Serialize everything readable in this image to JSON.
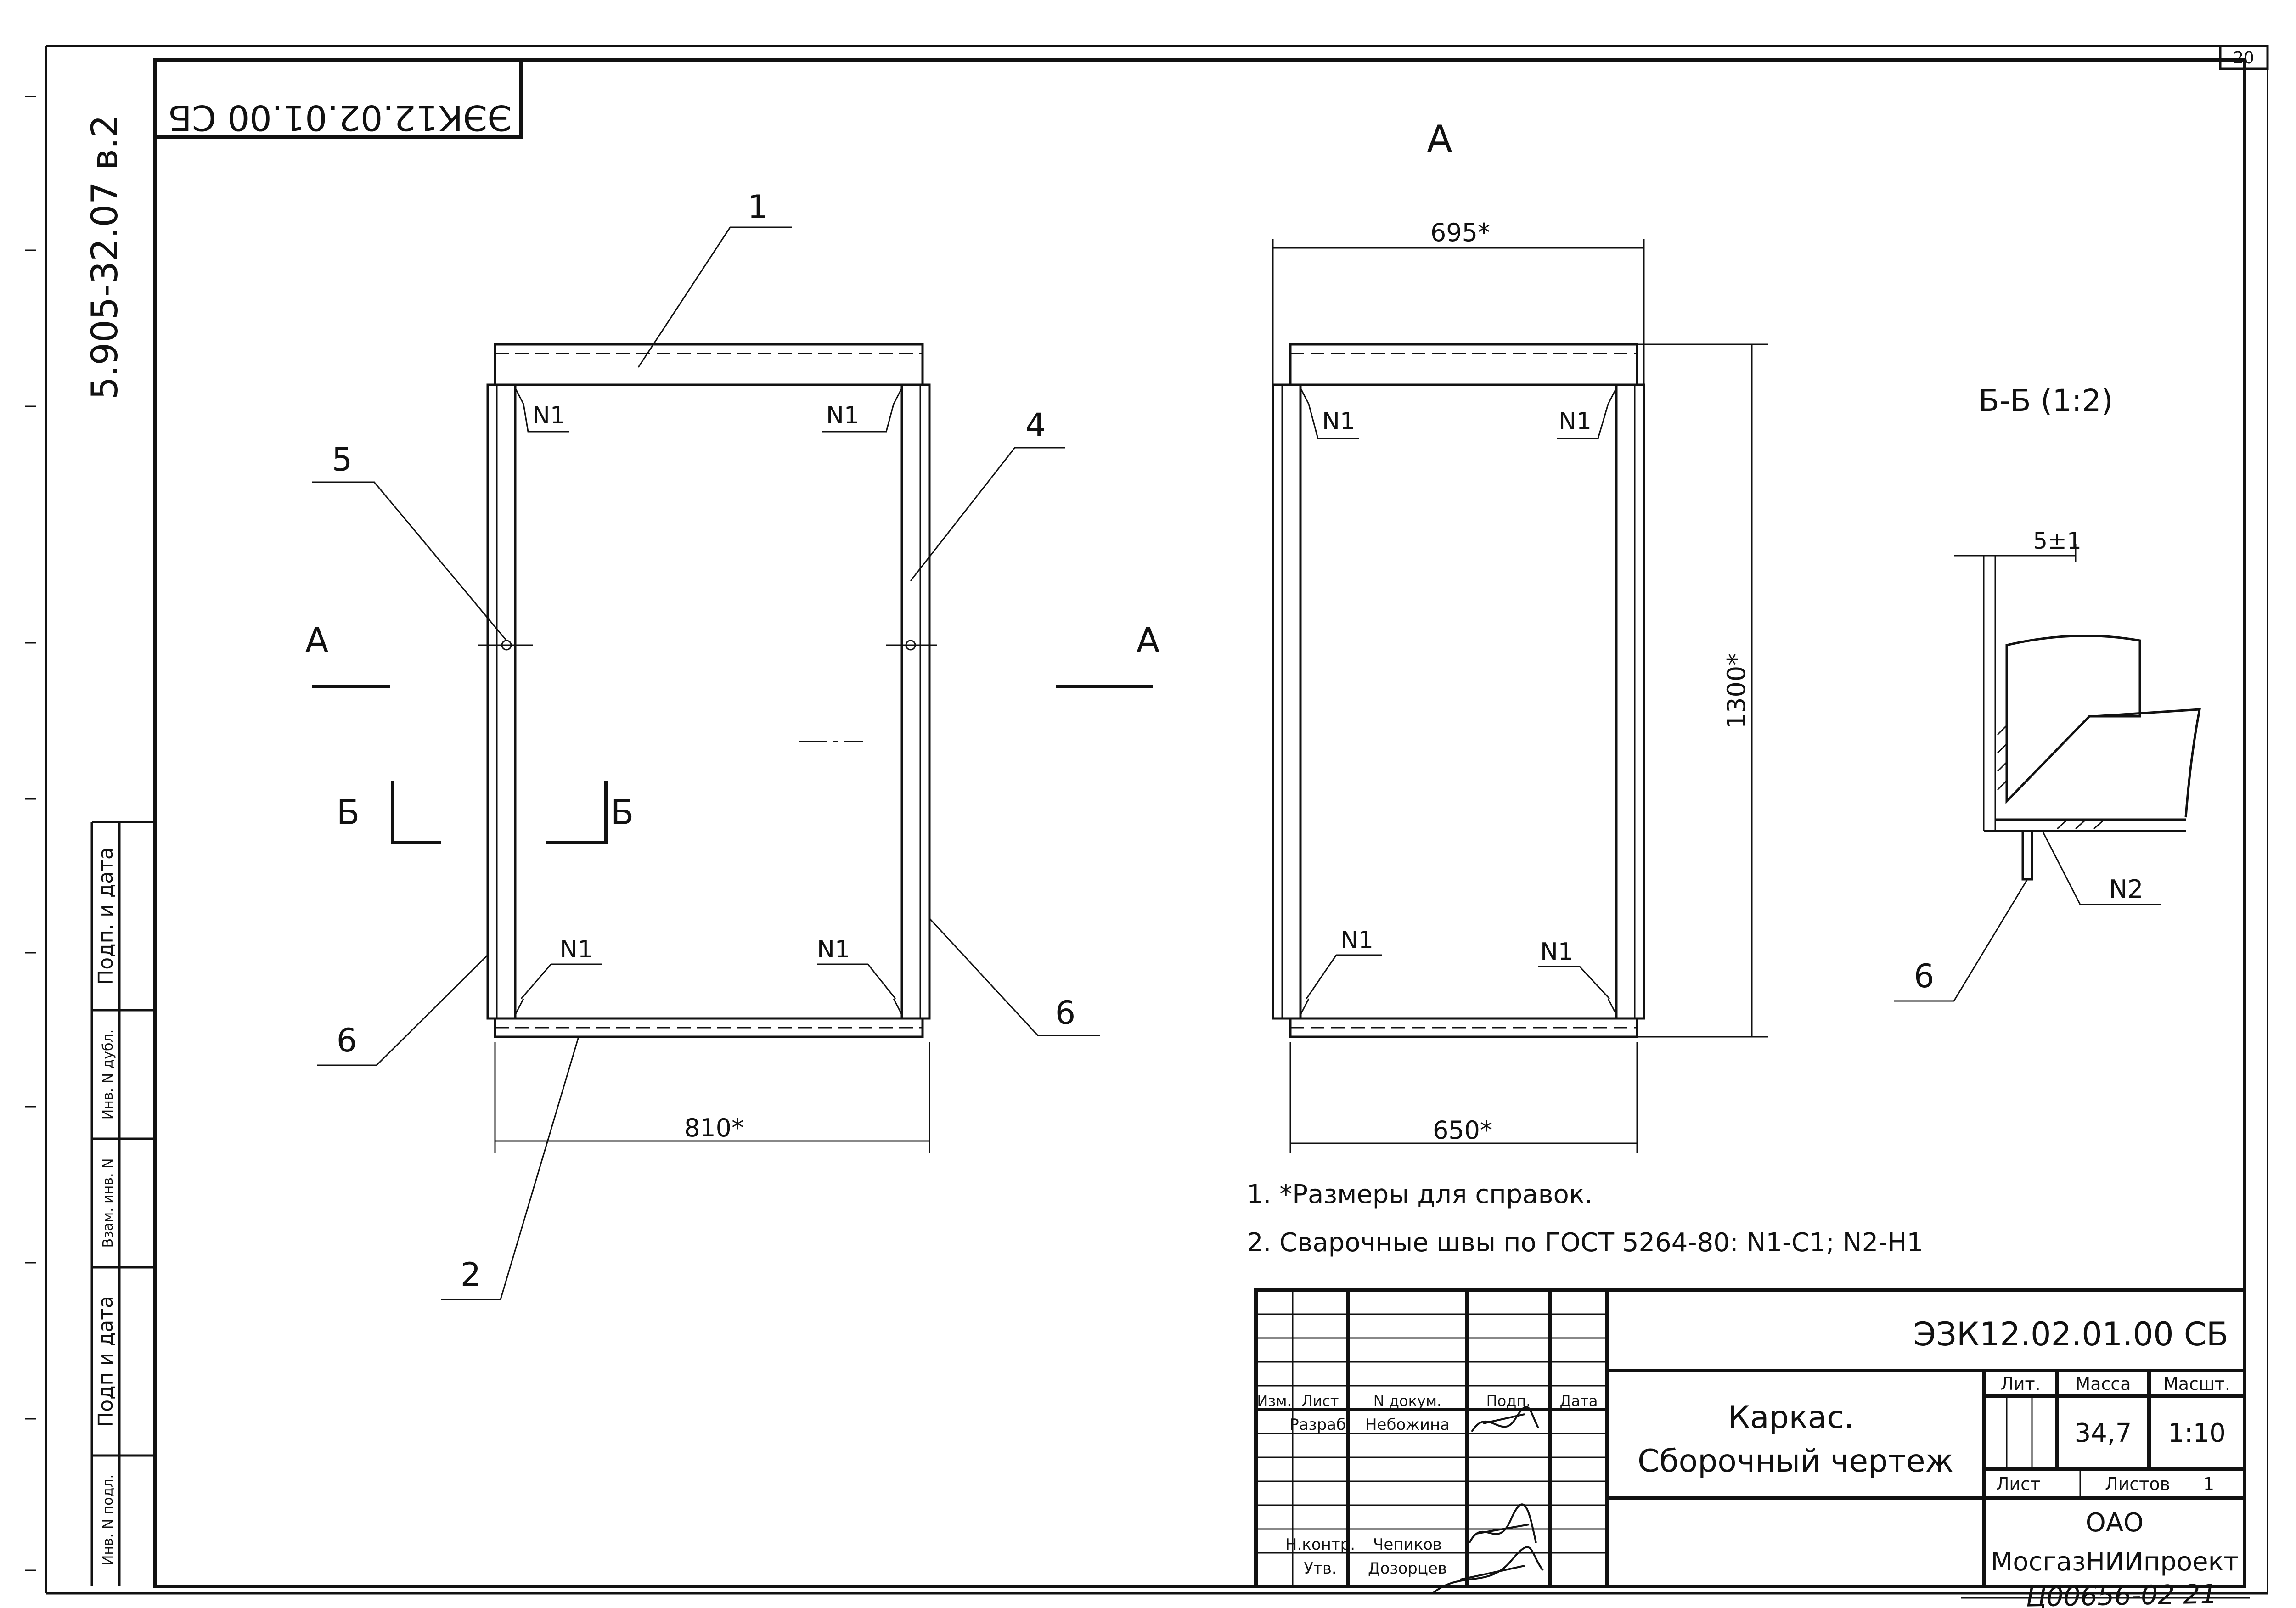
{
  "sheet": {
    "sheet_corner_number": "20",
    "stamp_code_mirrored": "ЭЭК12.02.01.00 СБ",
    "series_code": "5.905-32.07 в.2"
  },
  "left_strip": {
    "labels": [
      "Подп. и дата",
      "Инв. N дубл.",
      "Взам. инв. N",
      "Подп и дата",
      "Инв. N подл."
    ]
  },
  "views": {
    "view_label": "А",
    "section_label": "Б",
    "section_title": "Б-Б (1:2)",
    "balloons": [
      "1",
      "2",
      "4",
      "5",
      "6",
      "6",
      "6"
    ],
    "weld": {
      "n1": "N1",
      "n2": "N2"
    }
  },
  "dimensions": {
    "left_width": "810*",
    "right_top_width": "695*",
    "right_bottom_width": "650*",
    "right_height": "1300*",
    "gap": "5±1"
  },
  "notes": [
    "1. *Размеры для справок.",
    "2. Сварочные швы по ГОСТ 5264-80: N1-C1; N2-H1"
  ],
  "title_block": {
    "doc_code": "ЭЗК12.02.01.00 СБ",
    "title_line1": "Каркас.",
    "title_line2": "Сборочный чертеж",
    "headers": [
      "Изм.",
      "Лист",
      "N докум.",
      "Подп.",
      "Дата"
    ],
    "col_lit": "Лит.",
    "col_mass": "Масса",
    "col_scale": "Масшт.",
    "mass_value": "34,7",
    "scale_value": "1:10",
    "sheet_label": "Лист",
    "sheets_label": "Листов",
    "sheets_value": "1",
    "org_line1": "ОАО",
    "org_line2": "МосгазНИИпроект",
    "roles": [
      {
        "role": "Разраб.",
        "name": "Небожина"
      },
      {
        "role": "Н.контр.",
        "name": "Чепиков"
      },
      {
        "role": "Утв.",
        "name": "Дозорцев"
      }
    ]
  },
  "handwritten_ref": "Ц00656-02 21"
}
